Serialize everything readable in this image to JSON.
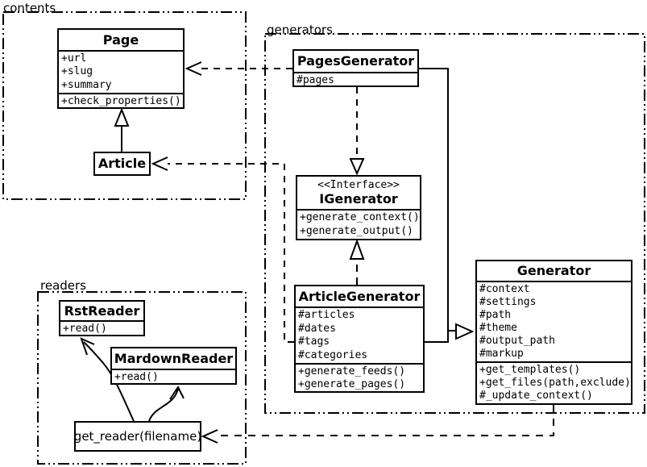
{
  "packages": {
    "contents": {
      "label": "contents"
    },
    "generators": {
      "label": "generators"
    },
    "readers": {
      "label": "readers"
    }
  },
  "classes": {
    "page": {
      "name": "Page",
      "attributes": [
        "+url",
        "+slug",
        "+summary"
      ],
      "methods": [
        "+check_properties()"
      ]
    },
    "article": {
      "name": "Article"
    },
    "pages_generator": {
      "name": "PagesGenerator",
      "attributes": [
        "#pages"
      ]
    },
    "igenerator": {
      "stereotype": "<<Interface>>",
      "name": "IGenerator",
      "methods": [
        "+generate_context()",
        "+generate_output()"
      ]
    },
    "article_generator": {
      "name": "ArticleGenerator",
      "attributes": [
        "#articles",
        "#dates",
        "#tags",
        "#categories"
      ],
      "methods": [
        "+generate_feeds()",
        "+generate_pages()"
      ]
    },
    "generator": {
      "name": "Generator",
      "attributes": [
        "#context",
        "#settings",
        "#path",
        "#theme",
        "#output_path",
        "#markup"
      ],
      "methods": [
        "+get_templates()",
        "+get_files(path,exclude)",
        "#_update_context()"
      ]
    },
    "rst_reader": {
      "name": "RstReader",
      "methods": [
        "+read()"
      ]
    },
    "markdown_reader": {
      "name": "MardownReader",
      "methods": [
        "+read()"
      ]
    },
    "get_reader": {
      "label": "get_reader(filename)"
    }
  },
  "relationships": [
    {
      "type": "inheritance",
      "from": "Article",
      "to": "Page"
    },
    {
      "type": "realization",
      "from": "PagesGenerator",
      "to": "IGenerator"
    },
    {
      "type": "realization",
      "from": "ArticleGenerator",
      "to": "IGenerator"
    },
    {
      "type": "inheritance",
      "from": "PagesGenerator",
      "to": "Generator"
    },
    {
      "type": "inheritance",
      "from": "ArticleGenerator",
      "to": "Generator"
    },
    {
      "type": "dependency",
      "from": "PagesGenerator",
      "to": "Page"
    },
    {
      "type": "dependency",
      "from": "ArticleGenerator",
      "to": "Article"
    },
    {
      "type": "dependency",
      "from": "Generator",
      "to": "get_reader(filename)"
    },
    {
      "type": "arrow",
      "from": "get_reader(filename)",
      "to": "RstReader"
    },
    {
      "type": "arrow",
      "from": "get_reader(filename)",
      "to": "MardownReader"
    }
  ],
  "colors": {
    "line": "#000000",
    "background": "#ffffff"
  }
}
